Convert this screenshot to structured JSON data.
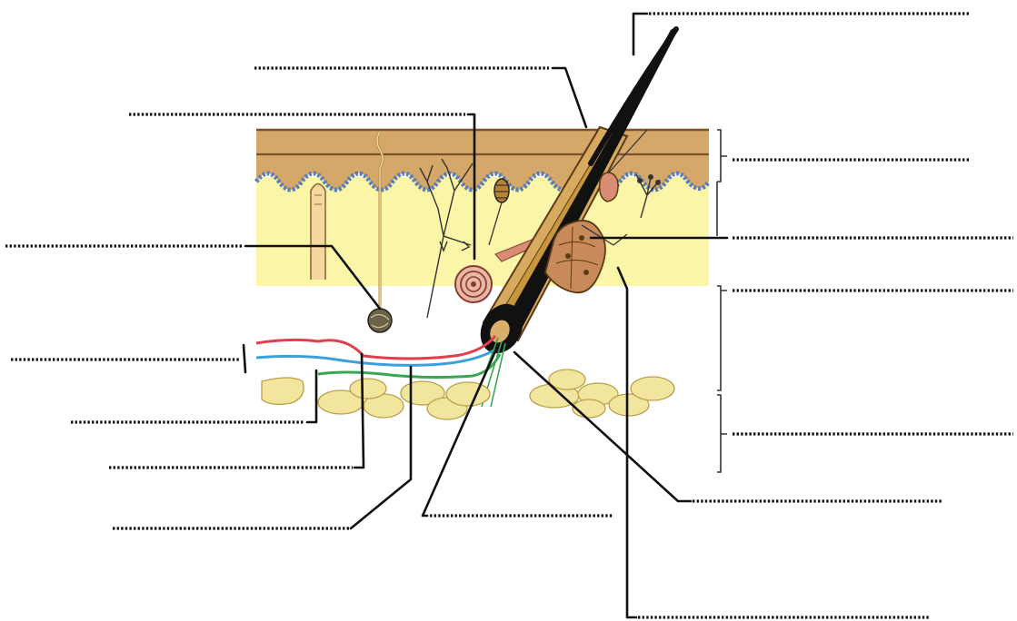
{
  "figure": {
    "colors": {
      "epidermis": "#d5a86a",
      "dermis": "#fbf5a8",
      "basal_layer": "#5a7fb8",
      "fat_cell": "#f2e69e",
      "hair": "#111111",
      "artery": "#e0404d",
      "vein": "#3aa0dd",
      "nerve": "#3aa655",
      "leader_line": "#111111"
    },
    "layer_brackets": [
      {
        "id": "epidermis-bracket",
        "label": ""
      },
      {
        "id": "upper-dermis-bracket",
        "label": ""
      },
      {
        "id": "lower-dermis-bracket",
        "label": ""
      },
      {
        "id": "hypodermis-bracket",
        "label": ""
      }
    ],
    "answer_blanks": [
      {
        "id": "blank-hair-shaft",
        "label": ""
      },
      {
        "id": "blank-hair-follicle",
        "label": ""
      },
      {
        "id": "blank-sweat-pore",
        "label": ""
      },
      {
        "id": "blank-epidermis",
        "label": ""
      },
      {
        "id": "blank-sebaceous-gland",
        "label": ""
      },
      {
        "id": "blank-dermis",
        "label": ""
      },
      {
        "id": "blank-sweat-gland",
        "label": ""
      },
      {
        "id": "blank-blood-vessels",
        "label": ""
      },
      {
        "id": "blank-hypodermis",
        "label": ""
      },
      {
        "id": "blank-nerve",
        "label": ""
      },
      {
        "id": "blank-vein",
        "label": ""
      },
      {
        "id": "blank-artery",
        "label": ""
      },
      {
        "id": "blank-hair-papilla",
        "label": ""
      },
      {
        "id": "blank-hair-bulb",
        "label": ""
      },
      {
        "id": "blank-arrector-pili",
        "label": ""
      }
    ]
  }
}
